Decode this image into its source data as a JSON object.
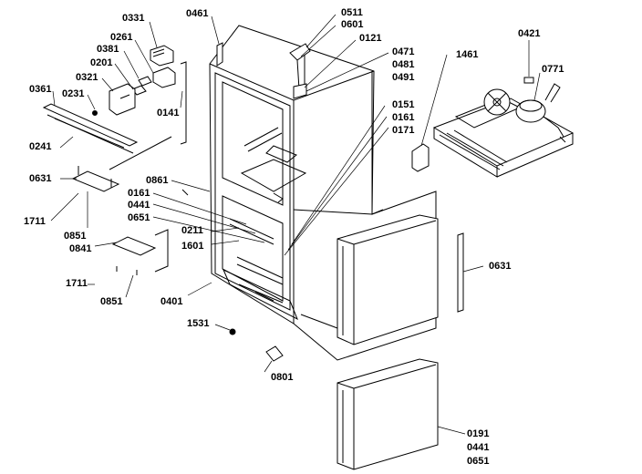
{
  "labels": {
    "p0461a": "0461",
    "p0511": "0511",
    "p0601a": "0601",
    "p0121": "0121",
    "p0471": "0471",
    "p0481": "0481",
    "p0491": "0491",
    "p0421": "0421",
    "p0771": "0771",
    "p1461": "1461",
    "p0331": "0331",
    "p0261": "0261",
    "p0381": "0381",
    "p0201": "0201",
    "p0321": "0321",
    "p0231": "0231",
    "p0361": "0361",
    "p0141": "0141",
    "p0151": "0151",
    "p0161a": "0161",
    "p0171": "0171",
    "p0241": "0241",
    "p0631a": "0631",
    "p0861": "0861",
    "p0161b": "0161",
    "p0441a": "0441",
    "p0651a": "0651",
    "p1711a": "1711",
    "p0851a": "0851",
    "p0841": "0841",
    "p0211": "0211",
    "p1601": "1601",
    "p1711b": "1711",
    "p0851b": "0851",
    "p0401": "0401",
    "p0631b": "0631",
    "p1531": "1531",
    "p0801": "0801",
    "p0191": "0191",
    "p0441b": "0441",
    "p0651b": "0651"
  }
}
